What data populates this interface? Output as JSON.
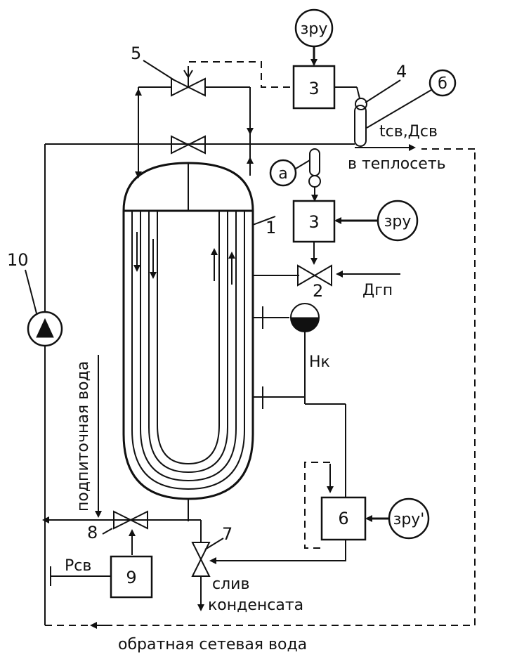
{
  "labels": {
    "zru": "зру",
    "zru_prime": "зру'",
    "t_sv_D_sv": "tсв,Дсв",
    "to_network": "в теплосеть",
    "D_gp": "Дгп",
    "H_k": "Нк",
    "makeup_water": "подпиточная вода",
    "P_sv": "Рсв",
    "drain": "слив",
    "condensate": "конденсата",
    "return_water": "обратная сетевая вода",
    "sensor_a": "а",
    "sensor_b": "б"
  },
  "numbers": {
    "n1": "1",
    "n2": "2",
    "n3a": "3",
    "n3b": "3",
    "n4": "4",
    "n5": "5",
    "n6": "6",
    "n7": "7",
    "n8": "8",
    "n9": "9",
    "n10": "10"
  }
}
